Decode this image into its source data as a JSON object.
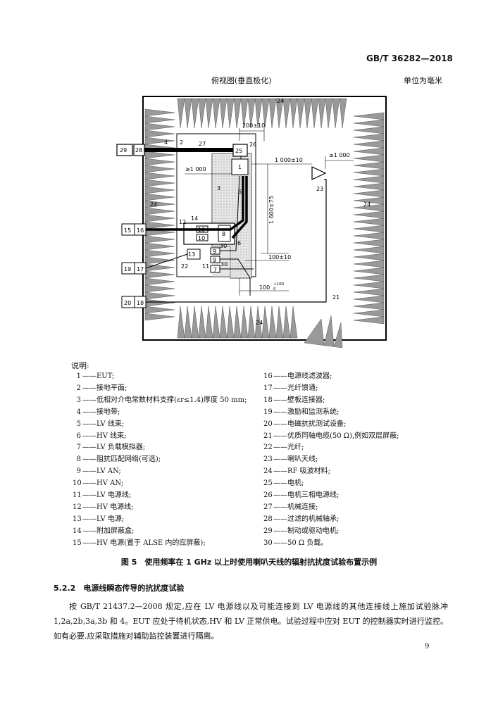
{
  "header": {
    "standard_number": "GB/T 36282—2018"
  },
  "figure": {
    "view_title": "俯视图(垂直极化)",
    "unit_note": "单位为毫米",
    "labels": {
      "n1": "1",
      "n2": "2",
      "n3": "3",
      "n4": "4",
      "n6a": "6",
      "n6b": "6",
      "n7": "7",
      "n8": "8",
      "n9a": "9",
      "n9b": "9",
      "n10a": "10",
      "n10b": "10",
      "n11": "11",
      "n12": "12",
      "n13": "13",
      "n14": "14",
      "n15": "15",
      "n16": "16",
      "n17": "17",
      "n18": "18",
      "n19": "19",
      "n20": "20",
      "n21": "21",
      "n22": "22",
      "n23": "23",
      "n24a": "24",
      "n24b": "24",
      "n24c": "24",
      "n24d": "24",
      "n25": "25",
      "n26": "26",
      "n27": "27",
      "n28": "28",
      "n29": "29",
      "n30a": "30",
      "n30b": "30"
    },
    "dimensions": {
      "d200": "200±10",
      "d1000a": "≥1 000",
      "d1000b": "1 000±10",
      "d1000c": "≥1 000",
      "d1600": "1 600±75",
      "d100": "100±10",
      "d100b": "100",
      "d100b_sup": "+100",
      "d100b_sub": "0"
    },
    "legend_title": "说明:",
    "legend_left": [
      {
        "num": "1",
        "text": "EUT;"
      },
      {
        "num": "2",
        "text": "接地平面;"
      },
      {
        "num": "3",
        "text": "低相对介电常数材料支撑(εr≤1.4)厚度 50 mm;"
      },
      {
        "num": "4",
        "text": "接地带;"
      },
      {
        "num": "5",
        "text": "LV 线束;"
      },
      {
        "num": "6",
        "text": "HV 线束;"
      },
      {
        "num": "7",
        "text": "LV 负载模拟器;"
      },
      {
        "num": "8",
        "text": "阻抗匹配网络(可选);"
      },
      {
        "num": "9",
        "text": "LV AN;"
      },
      {
        "num": "10",
        "text": "HV AN;"
      },
      {
        "num": "11",
        "text": "LV 电源线;"
      },
      {
        "num": "12",
        "text": "HV 电源线;"
      },
      {
        "num": "13",
        "text": "LV 电源;"
      },
      {
        "num": "14",
        "text": "附加屏蔽盒;"
      },
      {
        "num": "15",
        "text": "HV 电源(置于 ALSE 内的应屏蔽);"
      }
    ],
    "legend_right": [
      {
        "num": "16",
        "text": "电源线滤波器;"
      },
      {
        "num": "17",
        "text": "光纤馈通;"
      },
      {
        "num": "18",
        "text": "壁板连接器;"
      },
      {
        "num": "19",
        "text": "激励和监测系统;"
      },
      {
        "num": "20",
        "text": "电磁抗扰测试设备;"
      },
      {
        "num": "21",
        "text": "优质同轴电缆(50 Ω),例如双层屏蔽;"
      },
      {
        "num": "22",
        "text": "光纤;"
      },
      {
        "num": "23",
        "text": "喇叭天线;"
      },
      {
        "num": "24",
        "text": "RF 吸波材料;"
      },
      {
        "num": "25",
        "text": "电机;"
      },
      {
        "num": "26",
        "text": "电机三相电源线;"
      },
      {
        "num": "27",
        "text": "机械连接;"
      },
      {
        "num": "28",
        "text": "过滤的机械轴承;"
      },
      {
        "num": "29",
        "text": "制动或驱动电机;"
      },
      {
        "num": "30",
        "text": "50 Ω 负载。"
      }
    ],
    "dash": "——",
    "caption": "图 5　使用频率在 1 GHz 以上时使用喇叭天线的辐射抗扰度试验布置示例"
  },
  "section": {
    "heading": "5.2.2　电源线瞬态传导的抗扰度试验",
    "paragraph": "按 GB/T 21437.2—2008 规定,应在 LV 电源线以及可能连接到 LV 电源线的其他连接线上施加试验脉冲 1,2a,2b,3a,3b 和 4。EUT 应处于待机状态,HV 和 LV 正常供电。试验过程中应对 EUT 的控制器实时进行监控。如有必要,应采取措施对辅助监控装置进行隔离。"
  },
  "page_number": "9"
}
